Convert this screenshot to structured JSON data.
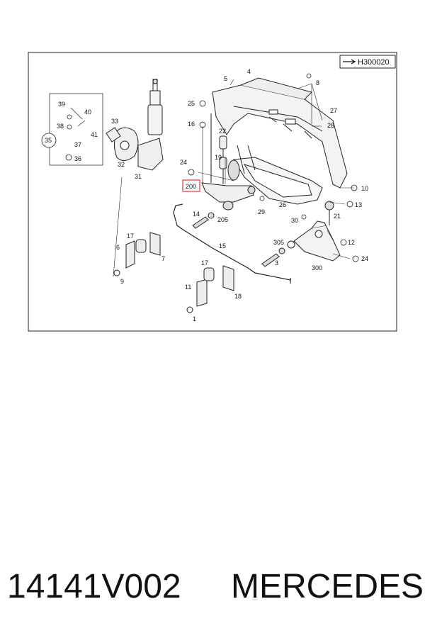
{
  "reference_code": "H300020",
  "highlight_color": "#e03a3a",
  "callouts": {
    "c1": "1",
    "c3": "3",
    "c4": "4",
    "c5": "5",
    "c6": "6",
    "c7": "7",
    "c8": "8",
    "c9": "9",
    "c10": "10",
    "c11": "11",
    "c12": "12",
    "c13": "13",
    "c14": "14",
    "c15": "15",
    "c16": "16",
    "c17a": "17",
    "c17b": "17",
    "c18": "18",
    "c19": "19",
    "c21": "21",
    "c22": "22",
    "c24a": "24",
    "c24b": "24",
    "c25": "25",
    "c26": "26",
    "c27": "27",
    "c28": "28",
    "c29": "29",
    "c30": "30",
    "c31": "31",
    "c32": "32",
    "c33": "33",
    "c35": "35",
    "c36": "36",
    "c37": "37",
    "c38": "38",
    "c39": "39",
    "c40": "40",
    "c41": "41",
    "c200": "200",
    "c205": "205",
    "c300": "300",
    "c305": "305"
  },
  "footer": {
    "part_number": "14141V002",
    "brand": "MERCEDES"
  }
}
